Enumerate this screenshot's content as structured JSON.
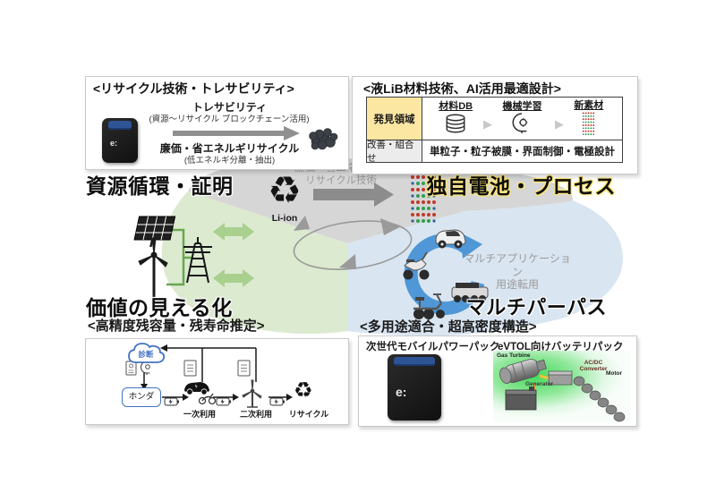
{
  "top_left": {
    "title": "<リサイクル技術・トレサビリティ>",
    "battery_logo": "e:",
    "top_label": "トレサビリティ",
    "top_sub": "(資源〜リサイクル ブロックチェーン活用)",
    "bottom_label": "廉価・省エネルギリサイクル",
    "bottom_sub": "(低エネルギ分離・抽出)"
  },
  "top_right": {
    "title": "<液LiB材料技術、AI活用最適設計>",
    "row1_header": "発見領域",
    "col1": "材料DB",
    "col2": "機械学習",
    "col3": "新素材",
    "row2_header": "改善・組合せ",
    "row2_value": "単粒子・粒子被膜・界面制御・電極設計",
    "separator": "▶"
  },
  "section_labels": {
    "resource": "資源循環・証明",
    "battery_process": "独自電池・プロセス",
    "value": "価値の見える化",
    "multipurpose": "マルチパーパス"
  },
  "center": {
    "process_caption_line1": "廉価・省エネルギー",
    "process_caption_line2": "リサイクル技術",
    "recycle_glyph": "♻",
    "li_ion": "Li-ion",
    "multiapp_line1": "マルチアプリケーション",
    "multiapp_line2": "用途転用"
  },
  "bottom_left": {
    "subtitle": "<高精度残容量・残寿命推定>",
    "cloud": "診断",
    "maker": "ホンダ",
    "stage1": "一次利用",
    "stage2": "二次利用",
    "stage3": "リサイクル",
    "recycle_glyph": "♻"
  },
  "bottom_right": {
    "title": "<多用途適合・超高密度構造>",
    "caption_left": "次世代モバイルパワーパック",
    "caption_right": "eVTOL向けバッテリパック",
    "battery_logo": "e:",
    "evtol": {
      "gas_turbine": "Gas Turbine",
      "generator": "Generator",
      "converter": "AC/DC\nConverter",
      "motor": "Motor"
    }
  },
  "colors": {
    "sector_gray": "#d6d6d6",
    "sector_green": "#dcead0",
    "sector_blue": "#d9e5f1",
    "green_arrow": "#a9d08e",
    "gray_arrow": "#8c8c8c",
    "blue_arrow": "#4f97d6",
    "honda_blue": "#4472c4",
    "table_yellow": "#fbe6a2"
  }
}
